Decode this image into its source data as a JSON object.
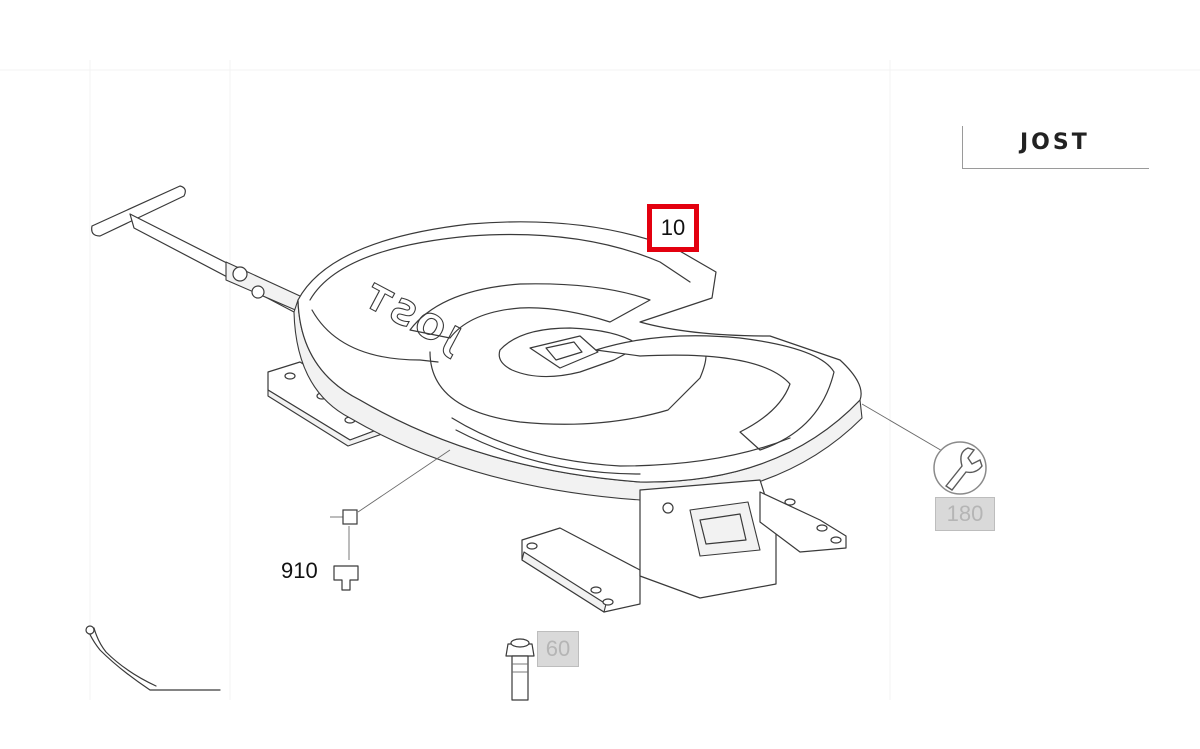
{
  "brand": {
    "name": "JOST"
  },
  "parts": [
    {
      "number": "10",
      "state": "selected"
    },
    {
      "number": "180",
      "state": "inactive"
    },
    {
      "number": "60",
      "state": "inactive"
    },
    {
      "number": "910",
      "state": "normal"
    }
  ],
  "plate_logo": "JOST",
  "icons": [
    "wrench-icon",
    "square-connector-icon",
    "bolt-icon"
  ],
  "colors": {
    "highlight": "#e3000f",
    "inactive_bg": "#d9d9d9",
    "inactive_text": "#b5b5b5",
    "line": "#3a3a3a"
  }
}
